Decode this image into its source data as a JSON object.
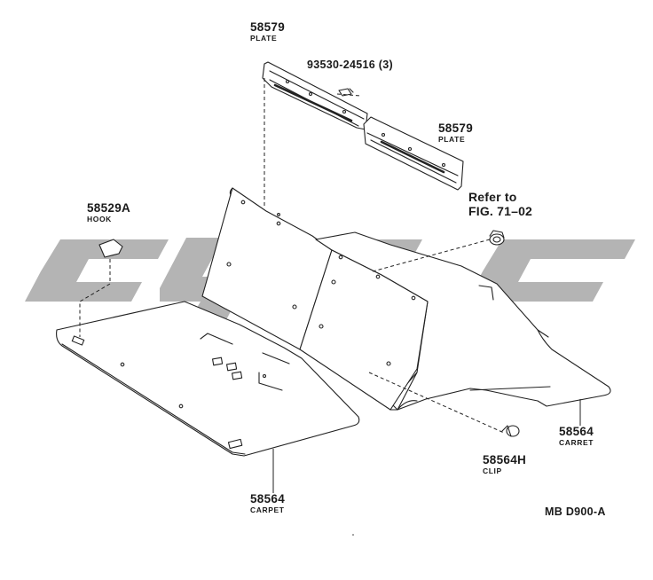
{
  "watermark": {
    "text": "CSGC",
    "color": "#b4b4b4"
  },
  "parts": {
    "plate_left": {
      "number": "58579",
      "name": "PLATE"
    },
    "screw": {
      "number": "93530-24516 (3)"
    },
    "plate_right": {
      "number": "58579",
      "name": "PLATE"
    },
    "refer": {
      "line1": "Refer to",
      "line2": "FIG. 71–02"
    },
    "hook": {
      "number": "58529A",
      "name": "HOOK"
    },
    "carpet_rear": {
      "number": "58564",
      "name": "CARRET"
    },
    "clip": {
      "number": "58564H",
      "name": "CLIP"
    },
    "carpet_front": {
      "number": "58564",
      "name": "CARPET"
    }
  },
  "diagram_code": "MB D900-A",
  "colors": {
    "line": "#222222",
    "background": "#ffffff"
  }
}
